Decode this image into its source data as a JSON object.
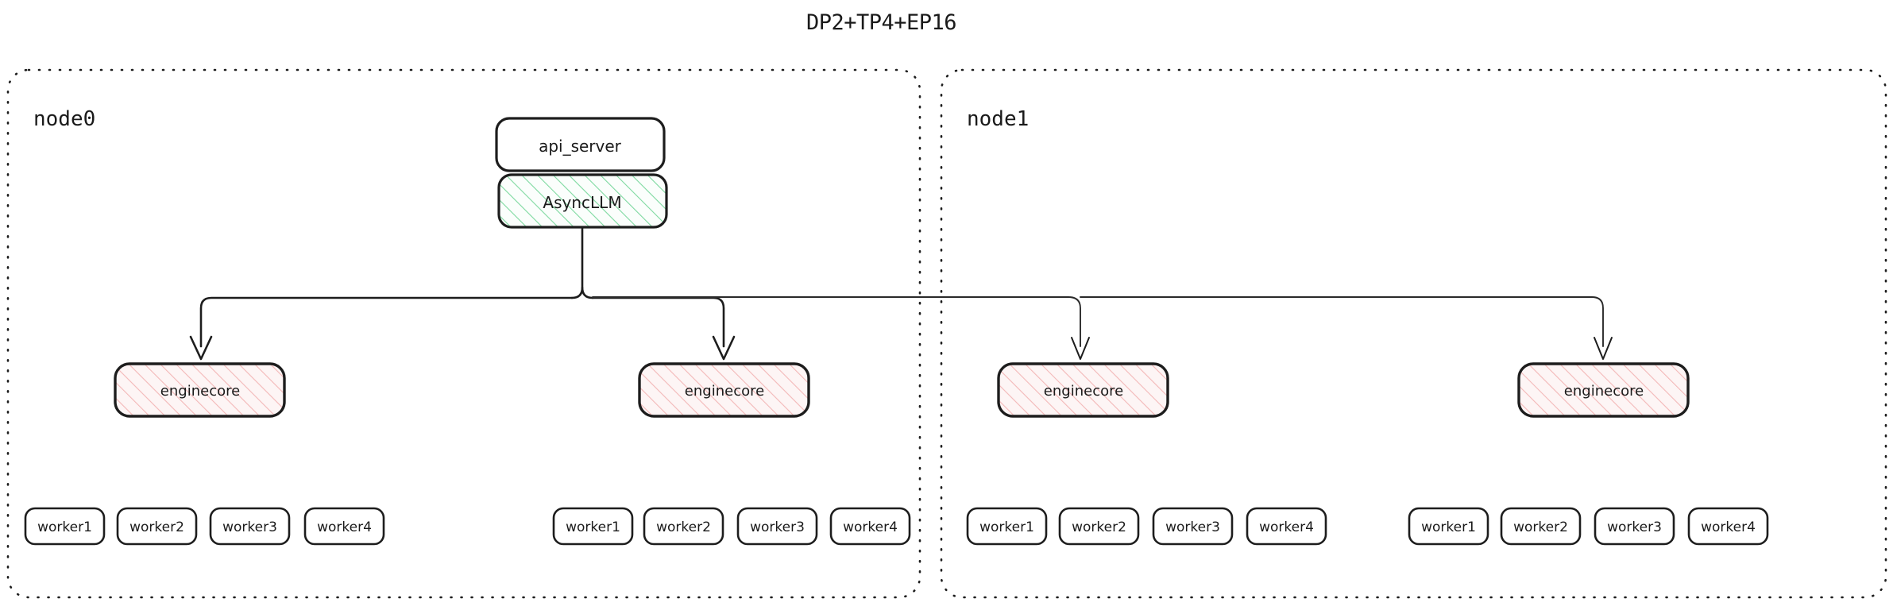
{
  "title": "DP2+TP4+EP16",
  "colors": {
    "stroke": "#1d1d1d",
    "background": "#ffffff",
    "green_hatch": "#7ed9a0",
    "green_fill": "#fbfefc",
    "pink_hatch": "#f3b8b8",
    "pink_fill": "#fdf5f5"
  },
  "nodes": [
    {
      "id": "node0",
      "label": "node0",
      "top_boxes": [
        {
          "id": "api_server",
          "label": "api_server",
          "style": "plain"
        },
        {
          "id": "asyncllm",
          "label": "AsyncLLM",
          "style": "green-hatch"
        }
      ],
      "enginecores": [
        {
          "id": "n0-ec0",
          "label": "enginecore",
          "style": "pink-hatch"
        },
        {
          "id": "n0-ec1",
          "label": "enginecore",
          "style": "pink-hatch"
        }
      ],
      "worker_groups": [
        {
          "id": "n0-ec0-workers",
          "workers": [
            "worker1",
            "worker2",
            "worker3",
            "worker4"
          ]
        },
        {
          "id": "n0-ec1-workers",
          "workers": [
            "worker1",
            "worker2",
            "worker3",
            "worker4"
          ]
        }
      ]
    },
    {
      "id": "node1",
      "label": "node1",
      "top_boxes": [],
      "enginecores": [
        {
          "id": "n1-ec0",
          "label": "enginecore",
          "style": "pink-hatch"
        },
        {
          "id": "n1-ec1",
          "label": "enginecore",
          "style": "pink-hatch"
        }
      ],
      "worker_groups": [
        {
          "id": "n1-ec0-workers",
          "workers": [
            "worker1",
            "worker2",
            "worker3",
            "worker4"
          ]
        },
        {
          "id": "n1-ec1-workers",
          "workers": [
            "worker1",
            "worker2",
            "worker3",
            "worker4"
          ]
        }
      ]
    }
  ],
  "connections": {
    "description": "AsyncLLM fans out to four enginecore instances across two nodes",
    "arrow_count": 4
  }
}
